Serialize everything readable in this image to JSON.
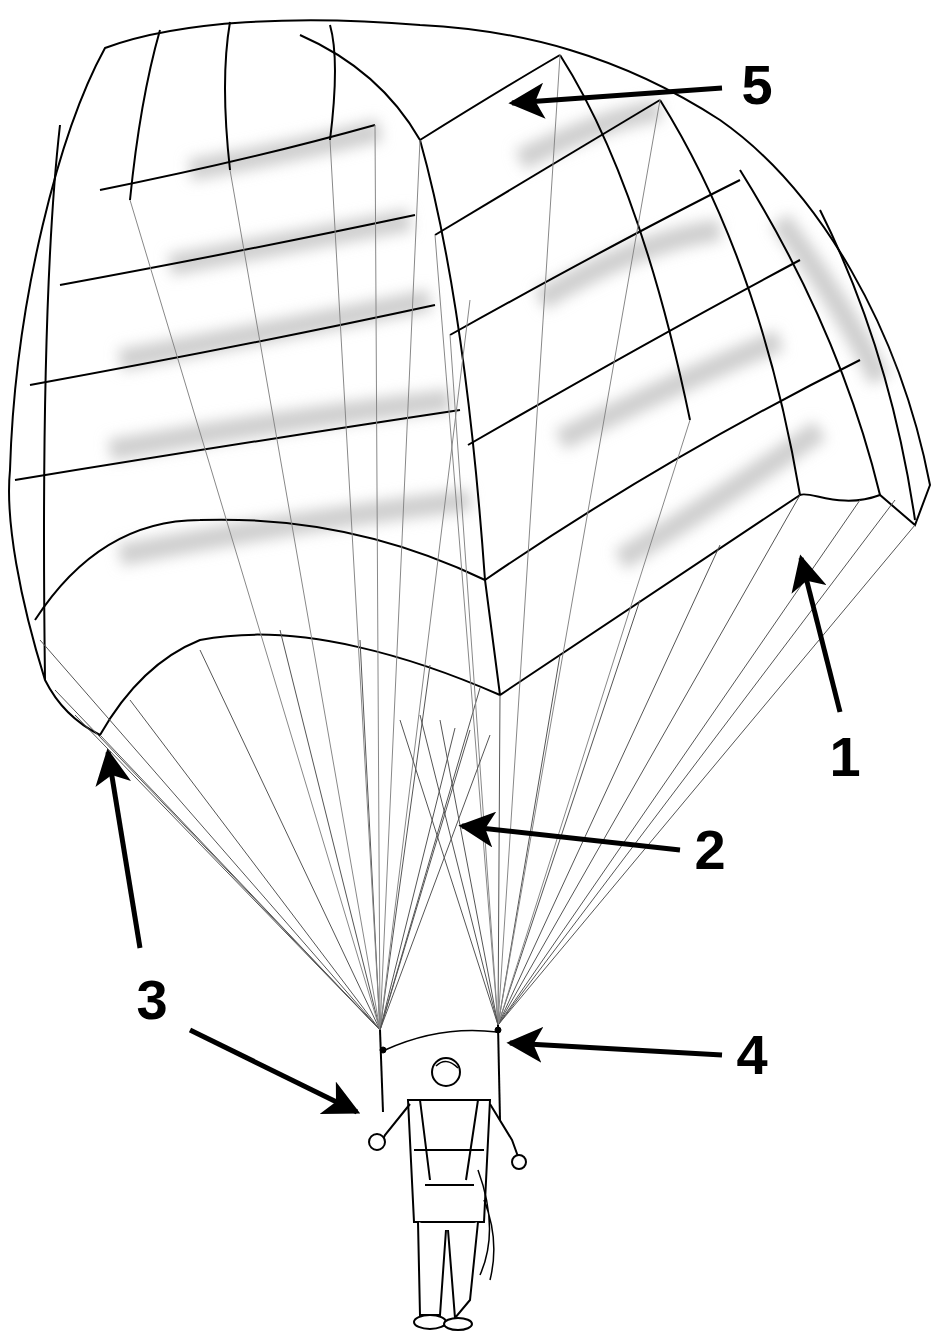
{
  "diagram": {
    "labels": [
      "5",
      "1",
      "2",
      "3",
      "4"
    ]
  }
}
